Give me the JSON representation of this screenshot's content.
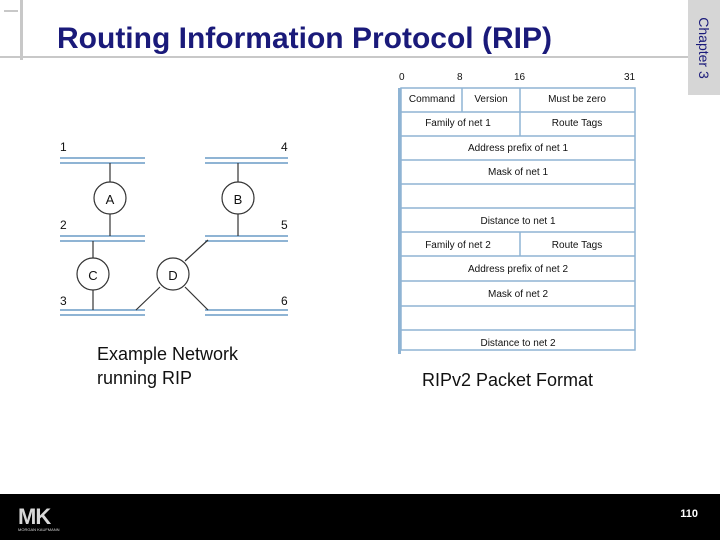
{
  "slide": {
    "title": "Routing Information Protocol (RIP)",
    "chapter": "Chapter 3",
    "page_number": "110"
  },
  "network": {
    "caption_line1": "Example Network",
    "caption_line2": "running RIP",
    "routers": [
      "A",
      "B",
      "C",
      "D"
    ],
    "networks": [
      "1",
      "2",
      "3",
      "4",
      "5",
      "6"
    ]
  },
  "packet": {
    "caption": "RIPv2 Packet Format",
    "bit_labels": [
      "0",
      "8",
      "16",
      "31"
    ],
    "header": [
      "Command",
      "Version",
      "Must be zero"
    ],
    "rows": [
      "Family of net 1",
      "Route Tags",
      "Address prefix of net 1",
      "Mask of net 1",
      "Distance to net 1",
      "Family of net 2",
      "Address prefix of net 2",
      "Mask of net 2",
      "Distance to net 2"
    ]
  },
  "logo": {
    "text": "MK",
    "subtitle": "MORGAN KAUFMANN"
  },
  "colors": {
    "title": "#1a1a7a",
    "diagram_line": "#8fb4d4",
    "footer": "#000000"
  }
}
